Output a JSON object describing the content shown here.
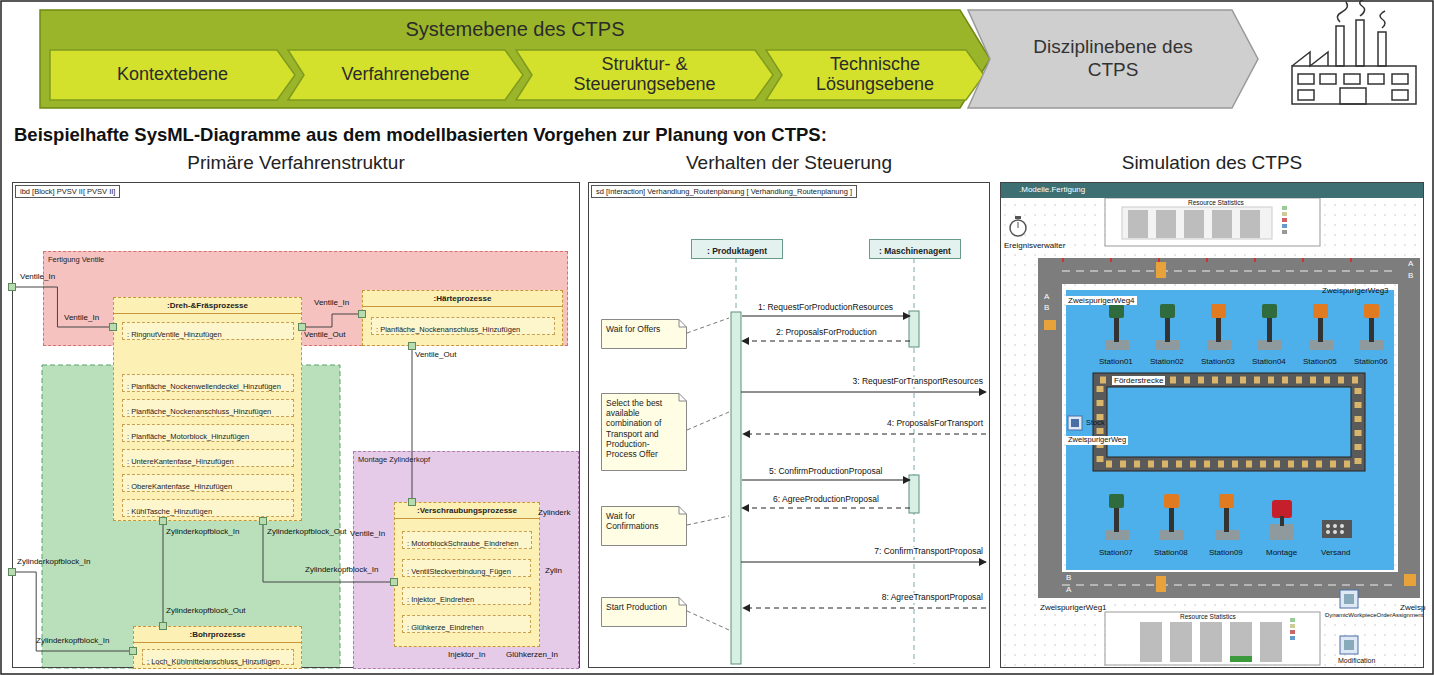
{
  "diagram": {
    "title": "Beispielhafte SysML-Diagramme aus dem modellbasierten Vorgehen zur Planung von CTPS:",
    "nodes": [
      {
        "text": [
          "Systemebene des CTPS"
        ]
      },
      {
        "text": [
          "Kontextebene"
        ],
        "in": 0
      },
      {
        "text": [
          "Verfahrenebene"
        ],
        "in": 0
      },
      {
        "text": [
          "Struktur- & Steuerungsebene"
        ],
        "in": 0
      },
      {
        "text": [
          "Technische Lösungsebene"
        ],
        "in": 0
      },
      {
        "text": [
          "Disziplinebene des CTPS"
        ]
      },
      {
        "text": [
          "Primäre Verfahrenstruktur",
          "ibd [Block] PVSV II[ PVSV II]"
        ]
      },
      {
        "text": [
          "Fertigung Ventile"
        ],
        "in": 6
      },
      {
        "text": [
          "Montage Zylinderkopf"
        ],
        "in": 6
      },
      {
        "text": [
          ":Dreh-&Fräsprozesse"
        ],
        "in": 6
      },
      {
        "text": [
          ": RingnutVentile_Hinzufügen"
        ],
        "in": 9
      },
      {
        "text": [
          ": Planfläche_Nockenwellendeckel_Hinzufügen"
        ],
        "in": 9
      },
      {
        "text": [
          ": Planfläche_Nockenanschluss_Hinzufügen"
        ],
        "in": 9
      },
      {
        "text": [
          ": Planfläche_Motorblock_Hinzufügen"
        ],
        "in": 9
      },
      {
        "text": [
          ": UntereKantenfase_Hinzufügen"
        ],
        "in": 9
      },
      {
        "text": [
          ": ObereKantenfase_Hinzufügen"
        ],
        "in": 9
      },
      {
        "text": [
          ": KühlTasche_Hinzufügen"
        ],
        "in": 9
      },
      {
        "text": [
          ":Härteprozesse"
        ],
        "in": 7
      },
      {
        "text": [
          ": Planfläche_Nockenanschluss_Hinzufügen"
        ],
        "in": 17
      },
      {
        "text": [
          ":Verschraubungsprozesse"
        ],
        "in": 8
      },
      {
        "text": [
          ": MotorblockSchraube_Eindrehen"
        ],
        "in": 19
      },
      {
        "text": [
          ": VentilSteckverbindung_Fügen"
        ],
        "in": 19
      },
      {
        "text": [
          ": Injektor_Eindrehen"
        ],
        "in": 19
      },
      {
        "text": [
          ": Glühkerze_Eindrehen"
        ],
        "in": 19
      },
      {
        "text": [
          ":Bohrprozesse"
        ],
        "in": 6
      },
      {
        "text": [
          ": Loch_Kühlmittelanschluss_Hinzufügen"
        ],
        "in": 24
      },
      {
        "text": [
          "Verhalten der Steuerung",
          "sd [Interaction] Verhandlung_Routenplanung [ Verhandlung_Routenplanung ]"
        ]
      },
      {
        "text": [
          ": Produktagent"
        ],
        "in": 26
      },
      {
        "text": [
          ": Maschinenagent"
        ],
        "in": 26
      },
      {
        "text": [
          "Wait for Offers"
        ],
        "in": 26
      },
      {
        "text": [
          "Select the best available combination of Transport and Production-Process Offer"
        ],
        "in": 26
      },
      {
        "text": [
          "Wait for Confirmations"
        ],
        "in": 26
      },
      {
        "text": [
          "Start Production"
        ],
        "in": 26
      },
      {
        "text": [
          "Simulation des CTPS",
          ".Modelle.Fertigung"
        ]
      }
    ],
    "edges": [
      {
        "from": 6,
        "to": 9,
        "arrow": "none"
      },
      {
        "from": 9,
        "to": 17,
        "arrow": "none"
      },
      {
        "from": 17,
        "to": 19,
        "arrow": "none"
      },
      {
        "from": 9,
        "to": 24,
        "arrow": "none"
      },
      {
        "from": 9,
        "to": 19,
        "arrow": "none"
      },
      {
        "from": 6,
        "to": 24,
        "arrow": "none"
      },
      {
        "from": 27,
        "to": 28,
        "label": "1: RequestForProductionResources",
        "arrow": "to"
      },
      {
        "from": 28,
        "to": 27,
        "label": "2: ProposalsForProduction",
        "arrow": "to"
      },
      {
        "from": 27,
        "to": 28,
        "label": "5: ConfirmProductionProposal",
        "arrow": "to"
      },
      {
        "from": 28,
        "to": 27,
        "label": "6: AgreeProductionProposal",
        "arrow": "to"
      }
    ],
    "labels": [
      "Ventile_In",
      "Ventile_In",
      "Ventile_Out",
      "Ventile_In",
      "Ventile_Out",
      "Ventile_In",
      "Zylinderkopfblock_In",
      "Zylinderkopfblock_Out",
      "Zylinderkopfblock_In",
      "Zylinderkopfblock_Out",
      "Zylinderkopfblock_In",
      "Zylinderkopfblock_In",
      "Injektor_In",
      "Glühkerzen_In",
      "Zylinderk",
      "Zylin",
      "3: RequestForTransportResources",
      "4: ProposalsForTransport",
      "7: ConfirmTransportProposal",
      "8: AgreeTransportProposal",
      "Resource Statistics",
      "Ereignisverwalter",
      "ZweispurigerWeg3",
      "ZweispurigerWeg4",
      "Station01",
      "Station02",
      "Station03",
      "Station04",
      "Station05",
      "Station06",
      "Förderstrecke",
      "Stock",
      "ZweispurigerWeg",
      "Station07",
      "Station08",
      "Station09",
      "Montage",
      "Versand",
      "ZweispurigerWeg1",
      "Zweisp",
      "Resource Statistics",
      "DynamicWorkpieceOrderAssignment",
      "Modification",
      "A",
      "B",
      "A",
      "B",
      "B",
      "A"
    ]
  }
}
